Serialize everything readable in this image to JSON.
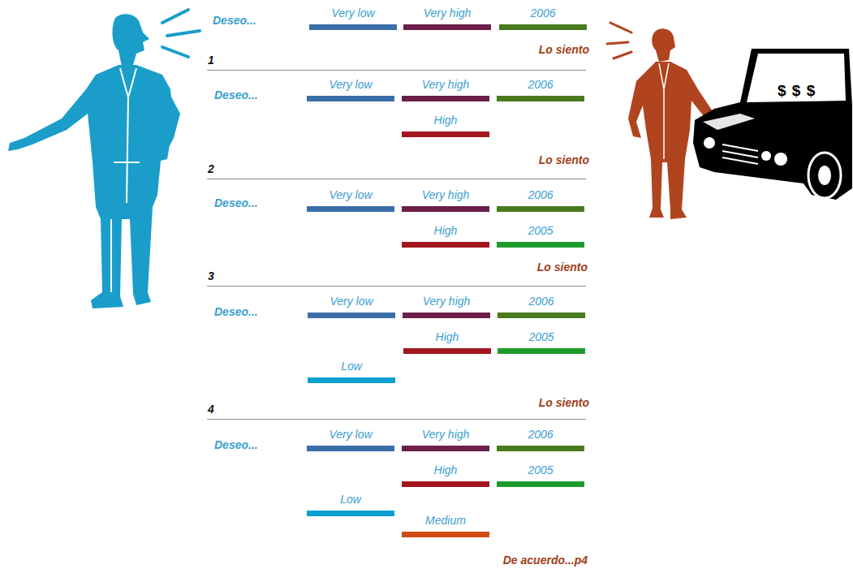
{
  "diagram": {
    "nodes": [
      {
        "text": [
          "Very low"
        ]
      },
      {
        "text": [
          "Very high"
        ]
      },
      {
        "text": [
          "2006"
        ]
      },
      {
        "text": [
          "Very low"
        ]
      },
      {
        "text": [
          "Very high"
        ]
      },
      {
        "text": [
          "2006"
        ]
      },
      {
        "text": [
          "High"
        ]
      },
      {
        "text": [
          "Very low"
        ]
      },
      {
        "text": [
          "Very high"
        ]
      },
      {
        "text": [
          "2006"
        ]
      },
      {
        "text": [
          "High"
        ]
      },
      {
        "text": [
          "2005"
        ]
      },
      {
        "text": [
          "Very low"
        ]
      },
      {
        "text": [
          "Very high"
        ]
      },
      {
        "text": [
          "2006"
        ]
      },
      {
        "text": [
          "High"
        ]
      },
      {
        "text": [
          "2005"
        ]
      },
      {
        "text": [
          "Low"
        ]
      },
      {
        "text": [
          "Very low"
        ]
      },
      {
        "text": [
          "Very high"
        ]
      },
      {
        "text": [
          "2006"
        ]
      },
      {
        "text": [
          "High"
        ]
      },
      {
        "text": [
          "2005"
        ]
      },
      {
        "text": [
          "Low"
        ]
      },
      {
        "text": [
          "Medium"
        ]
      }
    ],
    "labels": [
      "Deseo...",
      "Lo siento",
      "1",
      "Deseo...",
      "Lo siento",
      "2",
      "Deseo...",
      "Lo siento",
      "3",
      "Deseo...",
      "Lo siento",
      "4",
      "Deseo...",
      "De acuerdo...p4",
      "$ $ $"
    ]
  }
}
